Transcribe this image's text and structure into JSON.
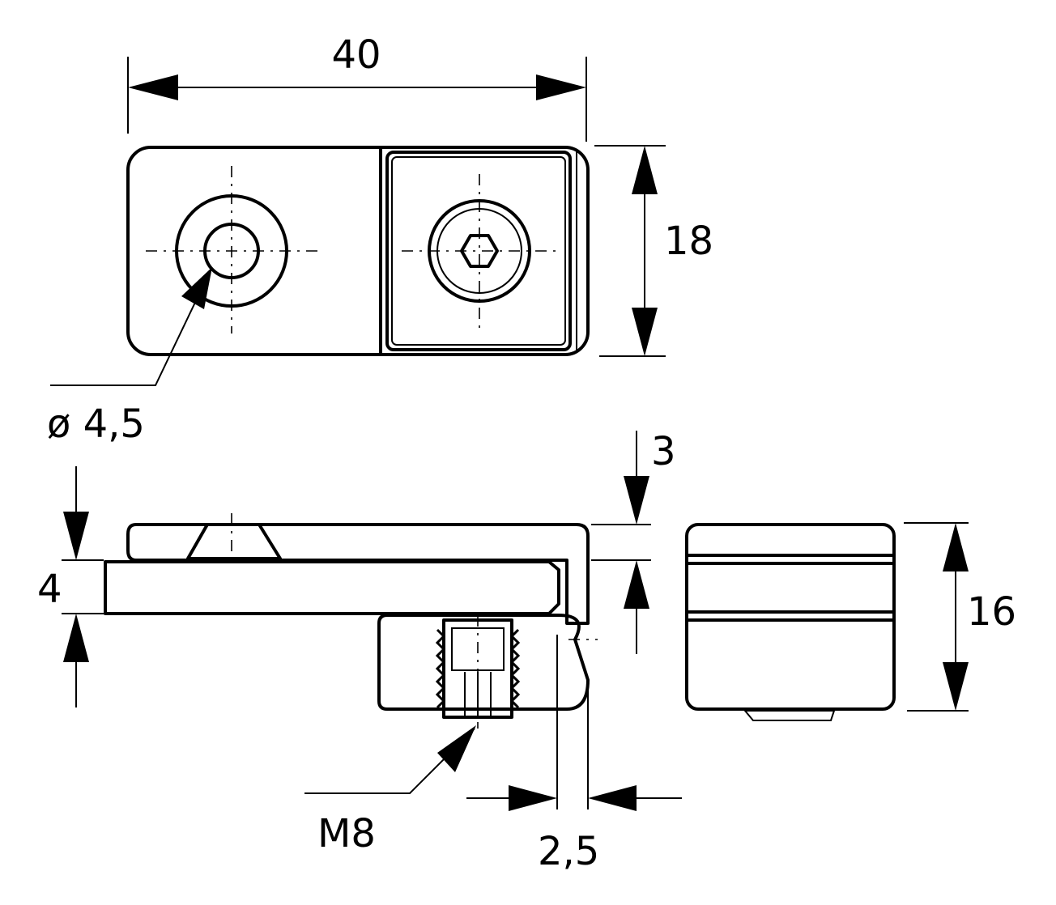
{
  "drawing": {
    "title": "",
    "colors": {
      "line": "#000000",
      "glass": "#e6e6e6",
      "background": "#ffffff"
    },
    "dimensions": {
      "overall_length": "40",
      "height_top_view": "18",
      "hole_diameter": "ø 4,5",
      "top_thickness": "3",
      "glass_thickness": "4",
      "side_height": "16",
      "thread": "M8",
      "offset": "2,5"
    }
  }
}
